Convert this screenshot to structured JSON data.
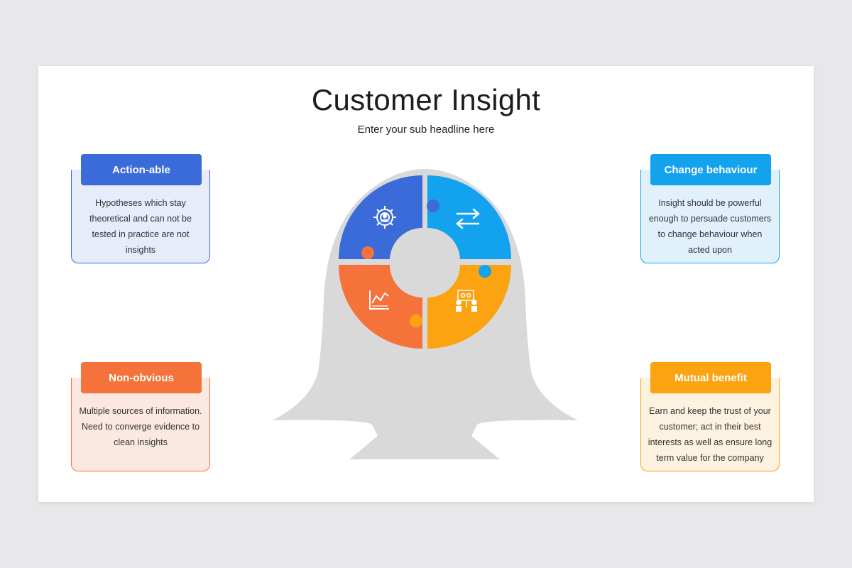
{
  "title": "Customer Insight",
  "subtitle": "Enter your sub headline here",
  "cards": [
    {
      "heading": "Action-able",
      "text": "Hypotheses which stay theoretical and can not be tested in practice are not insights",
      "accent": "#3a6bd8",
      "tint": "#e6ecf9",
      "icon": "gear-user-icon"
    },
    {
      "heading": "Change behaviour",
      "text": "Insight should be powerful enough to persuade customers to change behaviour when acted upon",
      "accent": "#13a2ee",
      "tint": "#e1f1fc",
      "icon": "exchange-arrows-icon"
    },
    {
      "heading": "Non-obvious",
      "text": "Multiple sources of information. Need to converge evidence to clean insights",
      "accent": "#f5733a",
      "tint": "#fbe9e1",
      "icon": "line-chart-icon"
    },
    {
      "heading": "Mutual benefit",
      "text": "Earn and keep the trust of your customer; act in their best interests as well as ensure long term value for the company",
      "accent": "#fba311",
      "tint": "#fdf1df",
      "icon": "presentation-team-icon"
    }
  ],
  "colors": {
    "head": "#d9d9d9",
    "center": "#d9d9d9"
  }
}
